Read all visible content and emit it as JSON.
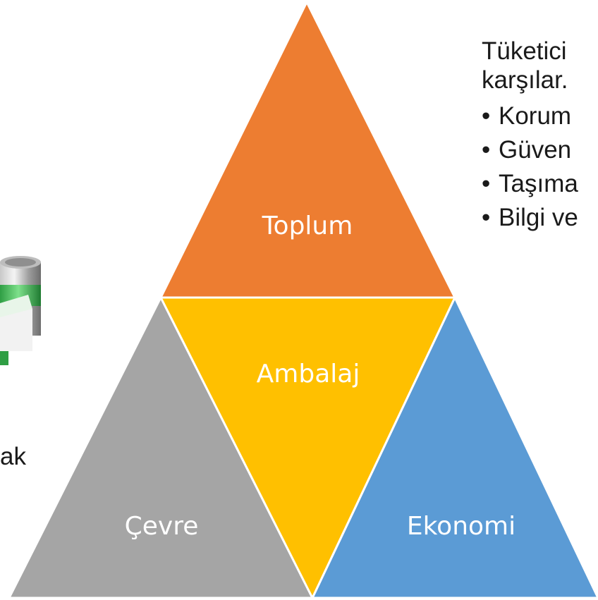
{
  "diagram": {
    "top_triangle": {
      "label": "Toplum",
      "color": "#ed7d31"
    },
    "center_triangle": {
      "label": "Ambalaj",
      "color": "#ffc000"
    },
    "left_triangle": {
      "label": "Çevre",
      "color": "#a5a5a5"
    },
    "right_triangle": {
      "label": "Ekonomi",
      "color": "#5b9bd5"
    }
  },
  "right_text": {
    "intro_line1": "Tüketici",
    "intro_line2": "karşılar.",
    "bullets": [
      "Korum",
      "Güven",
      "Taşıma",
      "Bilgi ve"
    ],
    "bullet_symbol": "•"
  },
  "left_fragment": {
    "text": "ak"
  },
  "image": {
    "icon": "green-silver-can-graphic"
  }
}
